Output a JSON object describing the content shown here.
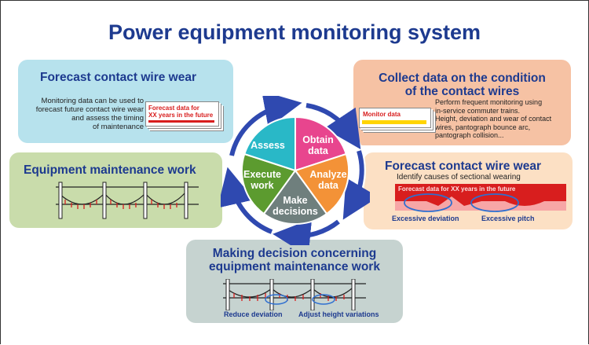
{
  "title": "Power equipment monitoring system",
  "cycle": {
    "assess": [
      "Assess"
    ],
    "obtain": [
      "Obtain",
      "data"
    ],
    "analyze": [
      "Analyze",
      "data"
    ],
    "decide": [
      "Make",
      "decisions"
    ],
    "execute": [
      "Execute",
      "work"
    ]
  },
  "forecast_left": {
    "title": "Forecast contact wire wear",
    "text": [
      "Monitoring data can be used to",
      "forecast future contact wire wear",
      "and assess the timing",
      "of maintenance"
    ],
    "card": [
      "Forecast data for",
      "XX years in the future"
    ]
  },
  "collect": {
    "title": [
      "Collect data on the condition",
      "of the contact wires"
    ],
    "text": [
      "Perform frequent monitoring using",
      "in-service commuter trains.",
      "Height, deviation and wear of contact",
      "wires, pantograph bounce arc,",
      "pantograph collision..."
    ],
    "card": "Monitor data"
  },
  "maintenance": {
    "title": "Equipment maintenance work"
  },
  "forecast_right": {
    "title": "Forecast contact wire wear",
    "subtitle": "Identify causes of sectional wearing",
    "band": "Forecast data for XX years in the future",
    "label1": "Excessive deviation",
    "label2": "Excessive pitch"
  },
  "decision": {
    "title": [
      "Making decision concerning",
      "equipment maintenance work"
    ],
    "label1": "Reduce deviation",
    "label2": "Adjust height variations"
  },
  "colors": {
    "title_blue": "#1d3a8f",
    "cyan_box": "#b7e2ed",
    "green_box": "#c9dcab",
    "salmon_box": "#f6c2a4",
    "peach_box": "#fce0c4",
    "gray_box": "#c6d3d0",
    "assess": "#29b8c7",
    "obtain": "#e8458e",
    "analyze": "#f39237",
    "decide": "#6f7f7d",
    "execute": "#5c9b2f",
    "arrow": "#2f49b0"
  }
}
